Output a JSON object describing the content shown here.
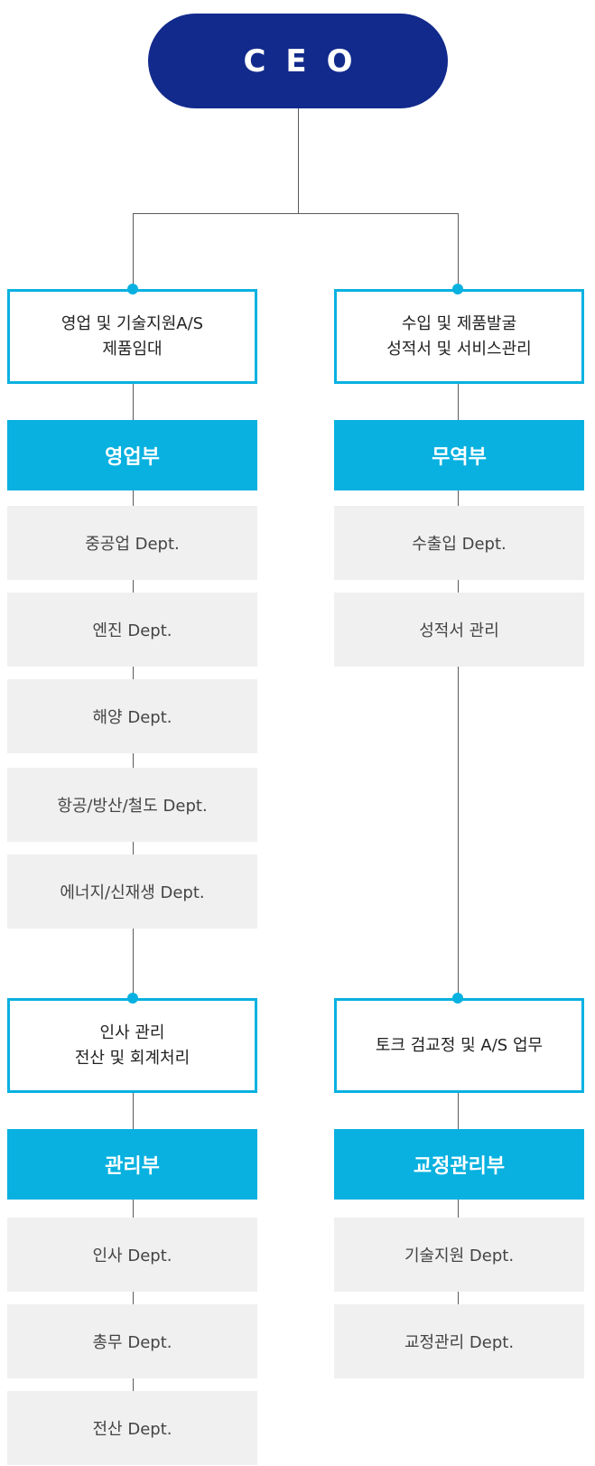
{
  "ceo": {
    "label": "CEO"
  },
  "colors": {
    "ceo": "#122a8c",
    "accent": "#08b1e0",
    "sub_bg": "#f0f0f0",
    "line": "#5a5a5a"
  },
  "groups": [
    {
      "desc_lines": [
        "영업 및 기술지원A/S",
        "제품임대"
      ],
      "dept": "영업부",
      "subs": [
        "중공업 Dept.",
        "엔진 Dept.",
        "해양 Dept.",
        "항공/방산/철도 Dept.",
        "에너지/신재생 Dept."
      ]
    },
    {
      "desc_lines": [
        "수입 및 제품발굴",
        "성적서 및 서비스관리"
      ],
      "dept": "무역부",
      "subs": [
        "수출입 Dept.",
        "성적서 관리"
      ]
    },
    {
      "desc_lines": [
        "인사 관리",
        "전산 및 회계처리"
      ],
      "dept": "관리부",
      "subs": [
        "인사 Dept.",
        "총무 Dept.",
        "전산 Dept."
      ]
    },
    {
      "desc_lines": [
        "토크 검교정 및 A/S 업무"
      ],
      "dept": "교정관리부",
      "subs": [
        "기술지원 Dept.",
        "교정관리 Dept."
      ]
    }
  ]
}
